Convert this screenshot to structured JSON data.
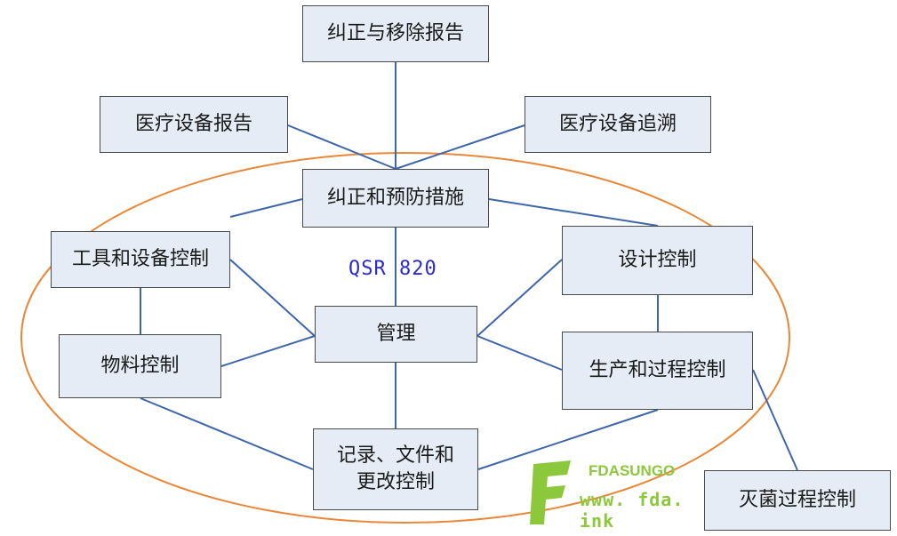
{
  "diagram": {
    "center_label": "QSR 820",
    "colors": {
      "node_fill": "#e6ecf5",
      "node_border": "#4a4a4a",
      "edge": "#3e66a8",
      "ellipse": "#e8883a",
      "center_label": "#2b2bd0",
      "logo": "#8cc83c"
    },
    "nodes": {
      "corrective_removal": "纠正与移除报告",
      "device_report": "医疗设备报告",
      "device_tracking": "医疗设备追溯",
      "capa": "纠正和预防措施",
      "tools_equipment": "工具和设备控制",
      "design_control": "设计控制",
      "management": "管理",
      "material_control": "物料控制",
      "production_process": "生产和过程控制",
      "records_docs": "记录、文件和\n更改控制",
      "sterilization": "灭菌过程控制"
    },
    "edges": [
      [
        "corrective_removal",
        "capa"
      ],
      [
        "device_report",
        "capa"
      ],
      [
        "device_tracking",
        "capa"
      ],
      [
        "capa",
        "management"
      ],
      [
        "capa",
        "tools_equipment"
      ],
      [
        "capa",
        "design_control"
      ],
      [
        "tools_equipment",
        "management"
      ],
      [
        "tools_equipment",
        "material_control"
      ],
      [
        "material_control",
        "management"
      ],
      [
        "design_control",
        "management"
      ],
      [
        "design_control",
        "production_process"
      ],
      [
        "production_process",
        "management"
      ],
      [
        "management",
        "records_docs"
      ],
      [
        "material_control",
        "records_docs"
      ],
      [
        "production_process",
        "records_docs"
      ],
      [
        "production_process",
        "sterilization"
      ]
    ]
  },
  "watermark": {
    "brand": "FDASUNGO",
    "url": "www. fda. ink"
  }
}
